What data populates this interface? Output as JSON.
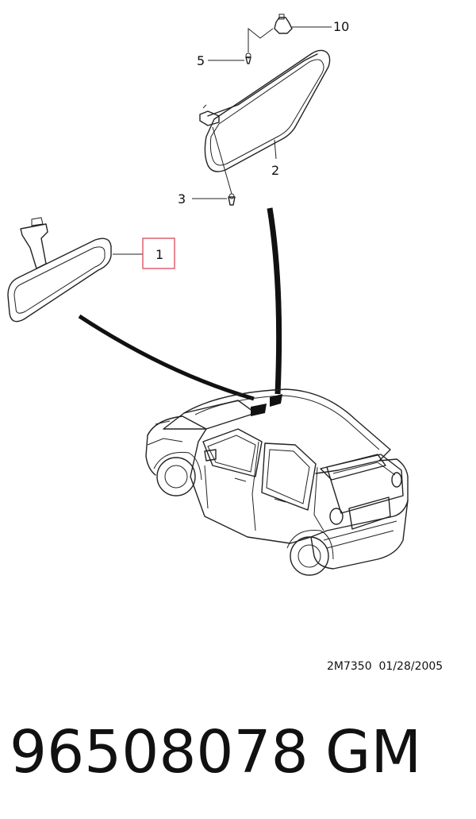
{
  "callouts": {
    "c1": "1",
    "c2": "2",
    "c3": "3",
    "c5": "5",
    "c10": "10"
  },
  "highlight_color": "#e06070",
  "drawing_code": "2M7350  01/28/2005",
  "part_number": "96508078",
  "brand": "GM"
}
